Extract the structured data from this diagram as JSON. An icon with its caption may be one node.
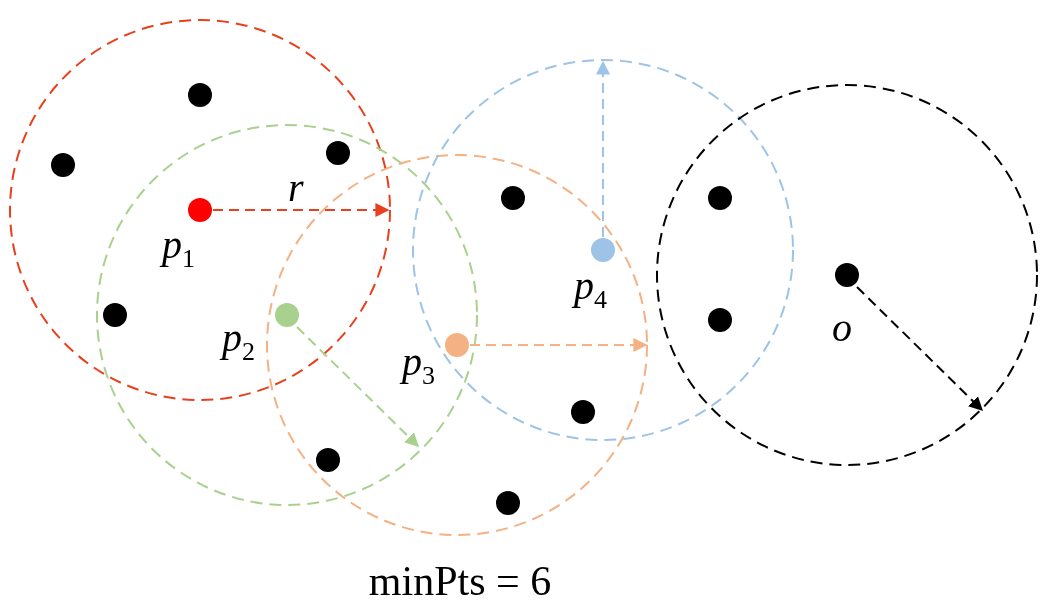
{
  "diagram": {
    "caption": "minPts = 6",
    "labels": [
      "r",
      "p$_{1}$",
      "p$_{2}$",
      "p$_{3}$",
      "p$_{4}$",
      "o"
    ]
  }
}
